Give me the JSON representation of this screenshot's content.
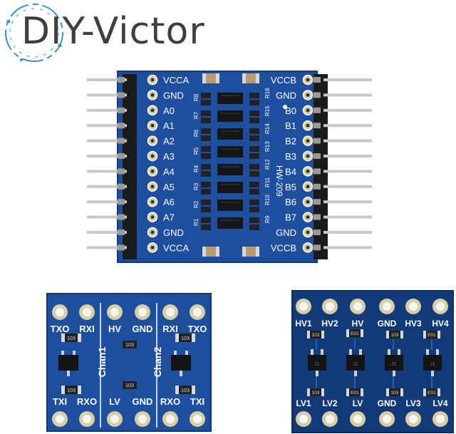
{
  "brand": {
    "name": "DIY-Victor"
  },
  "board_8ch": {
    "model": "HW-209",
    "left_pins": [
      "VCCA",
      "GND",
      "A0",
      "A1",
      "A2",
      "A3",
      "A4",
      "A5",
      "A6",
      "A7",
      "GND",
      "VCCA"
    ],
    "right_pins": [
      "VCCB",
      "GND",
      "B0",
      "B1",
      "B2",
      "B3",
      "B4",
      "B5",
      "B6",
      "B7",
      "GND",
      "VCCB"
    ],
    "left_resistors": [
      "R8",
      "R7",
      "R6",
      "R5",
      "R4",
      "R3",
      "R2",
      "R1"
    ],
    "right_resistors": [
      "R16",
      "R15",
      "R14",
      "R13",
      "R12",
      "R11",
      "R10",
      "R9"
    ]
  },
  "board_2ch": {
    "top_pins": [
      "TXO",
      "RXI",
      "HV",
      "GND",
      "RXI",
      "TXO"
    ],
    "bottom_pins": [
      "TXI",
      "RXO",
      "LV",
      "GND",
      "RXO",
      "TXI"
    ],
    "channel_labels": [
      "Chan1",
      "Chan2"
    ],
    "resistor_code": "103"
  },
  "board_4ch": {
    "top_pins": [
      "HV1",
      "HV2",
      "HV",
      "GND",
      "HV3",
      "HV4"
    ],
    "bottom_pins": [
      "LV1",
      "LV2",
      "LV",
      "GND",
      "LV3",
      "LV4"
    ],
    "resistor_codes": [
      "103",
      "E01"
    ],
    "transistor_label": "J1"
  },
  "colors": {
    "pcb": "#1d4f9e",
    "pcb_dark": "#123a78",
    "silk": "#ffffff",
    "pad": "#d9cfa2",
    "pin": "#c8c8c8",
    "header": "#1a1a1a",
    "brand_text": "#3f3f3f",
    "brand_ring": "#3a8fd8"
  }
}
